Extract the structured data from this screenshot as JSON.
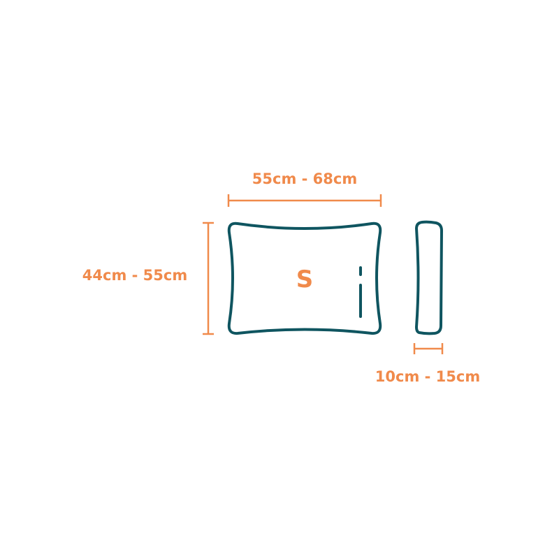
{
  "colors": {
    "outline": "#0f5560",
    "accent": "#f08a4b",
    "background": "#ffffff"
  },
  "dimensions": {
    "width": "55cm - 68cm",
    "height": "44cm - 55cm",
    "thickness": "10cm - 15cm"
  },
  "pillow": {
    "size_label": "S"
  }
}
